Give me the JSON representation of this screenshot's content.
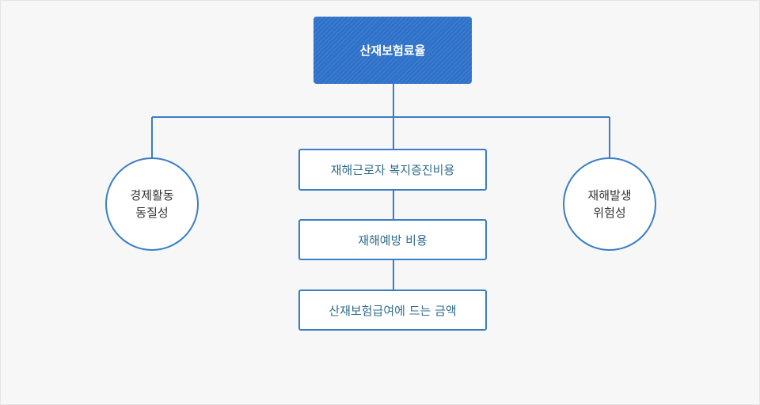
{
  "diagram": {
    "root": {
      "label": "산재보험료율"
    },
    "left_factor": {
      "line1": "경제활동",
      "line2": "동질성"
    },
    "right_factor": {
      "line1": "재해발생",
      "line2": "위험성"
    },
    "center_items": [
      {
        "label": "재해근로자 복지증진비용"
      },
      {
        "label": "재해예방 비용"
      },
      {
        "label": "산재보험급여에 드는 금액"
      }
    ],
    "colors": {
      "root_fill": "#2f72c9",
      "node_border": "#3a7ec6",
      "background": "#f7f7f7",
      "center_text": "#2e6b88",
      "side_text": "#333333"
    }
  }
}
